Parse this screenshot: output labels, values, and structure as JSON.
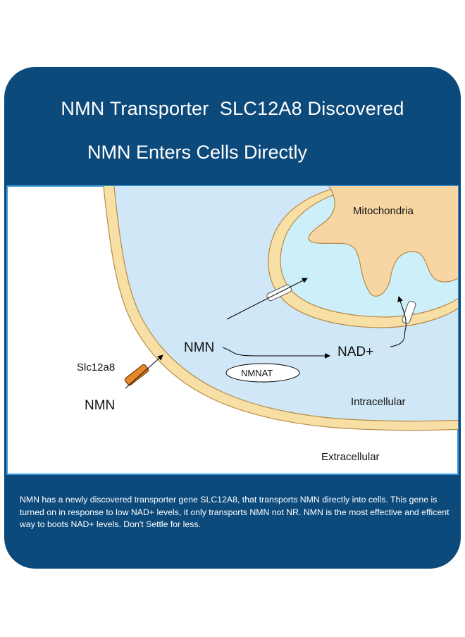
{
  "header": {
    "title_line1": "NMN Transporter  SLC12A8 Discovered",
    "title_line2": "NMN Enters Cells Directly"
  },
  "diagram": {
    "mitochondria_label": "Mitochondria",
    "transporter_label": "Slc12a8",
    "nmn_outside_label": "NMN",
    "nmn_inside_label": "NMN",
    "nad_label": "NAD+",
    "enzyme_label": "NMNAT",
    "intracellular_label": "Intracellular",
    "extracellular_label": "Extracellular",
    "colors": {
      "cytoplasm": "#cfe7f7",
      "membrane": "#f8dfa6",
      "mito_matrix_fill": "#cdeff9",
      "mito_inner": "#f8d6a3",
      "transporter": "#e9862b",
      "frame": "#0c4a7c"
    }
  },
  "footer": {
    "text": "NMN has a newly discovered transporter gene SLC12A8, that transports NMN directly into cells. This gene is turned on in response to low NAD+ levels, it only transports NMN not NR. NMN is the most effective and efficent way to boots NAD+ levels. Don't Settle for less."
  }
}
